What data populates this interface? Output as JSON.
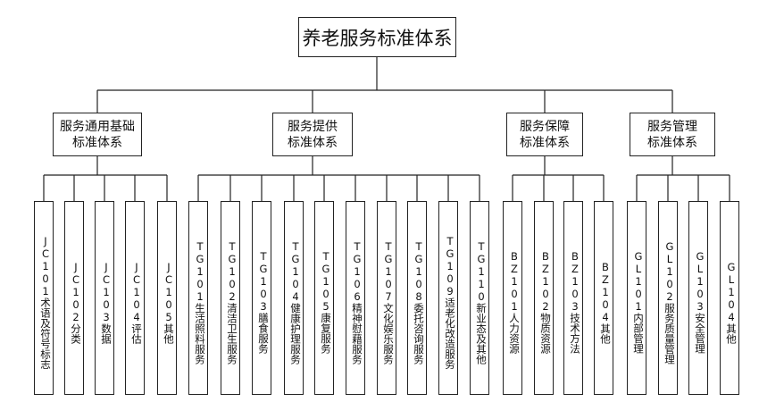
{
  "root": {
    "label": "养老服务标准体系"
  },
  "categories": [
    {
      "label": "服务通用基础\n标准体系",
      "items": [
        "JC101术语及符号标志",
        "JC102分类",
        "JC103数据",
        "JC104评估",
        "JC105其他"
      ]
    },
    {
      "label": "服务提供\n标准体系",
      "items": [
        "TG101生活照料服务",
        "TG102清洁卫生服务",
        "TG103膳食服务",
        "TG104健康护理服务",
        "TG105康复服务",
        "TG106精神慰藉服务",
        "TG107文化娱乐服务",
        "TG108委托咨询服务",
        "TG109适老化改造服务",
        "TG110新业态及其他"
      ]
    },
    {
      "label": "服务保障\n标准体系",
      "items": [
        "BZ101人力资源",
        "BZ102物质资源",
        "BZ103技术方法",
        "BZ104其他"
      ]
    },
    {
      "label": "服务管理\n标准体系",
      "items": [
        "GL101内部管理",
        "GL102服务质量管理",
        "GL103安全管理",
        "GL104其他"
      ]
    }
  ]
}
